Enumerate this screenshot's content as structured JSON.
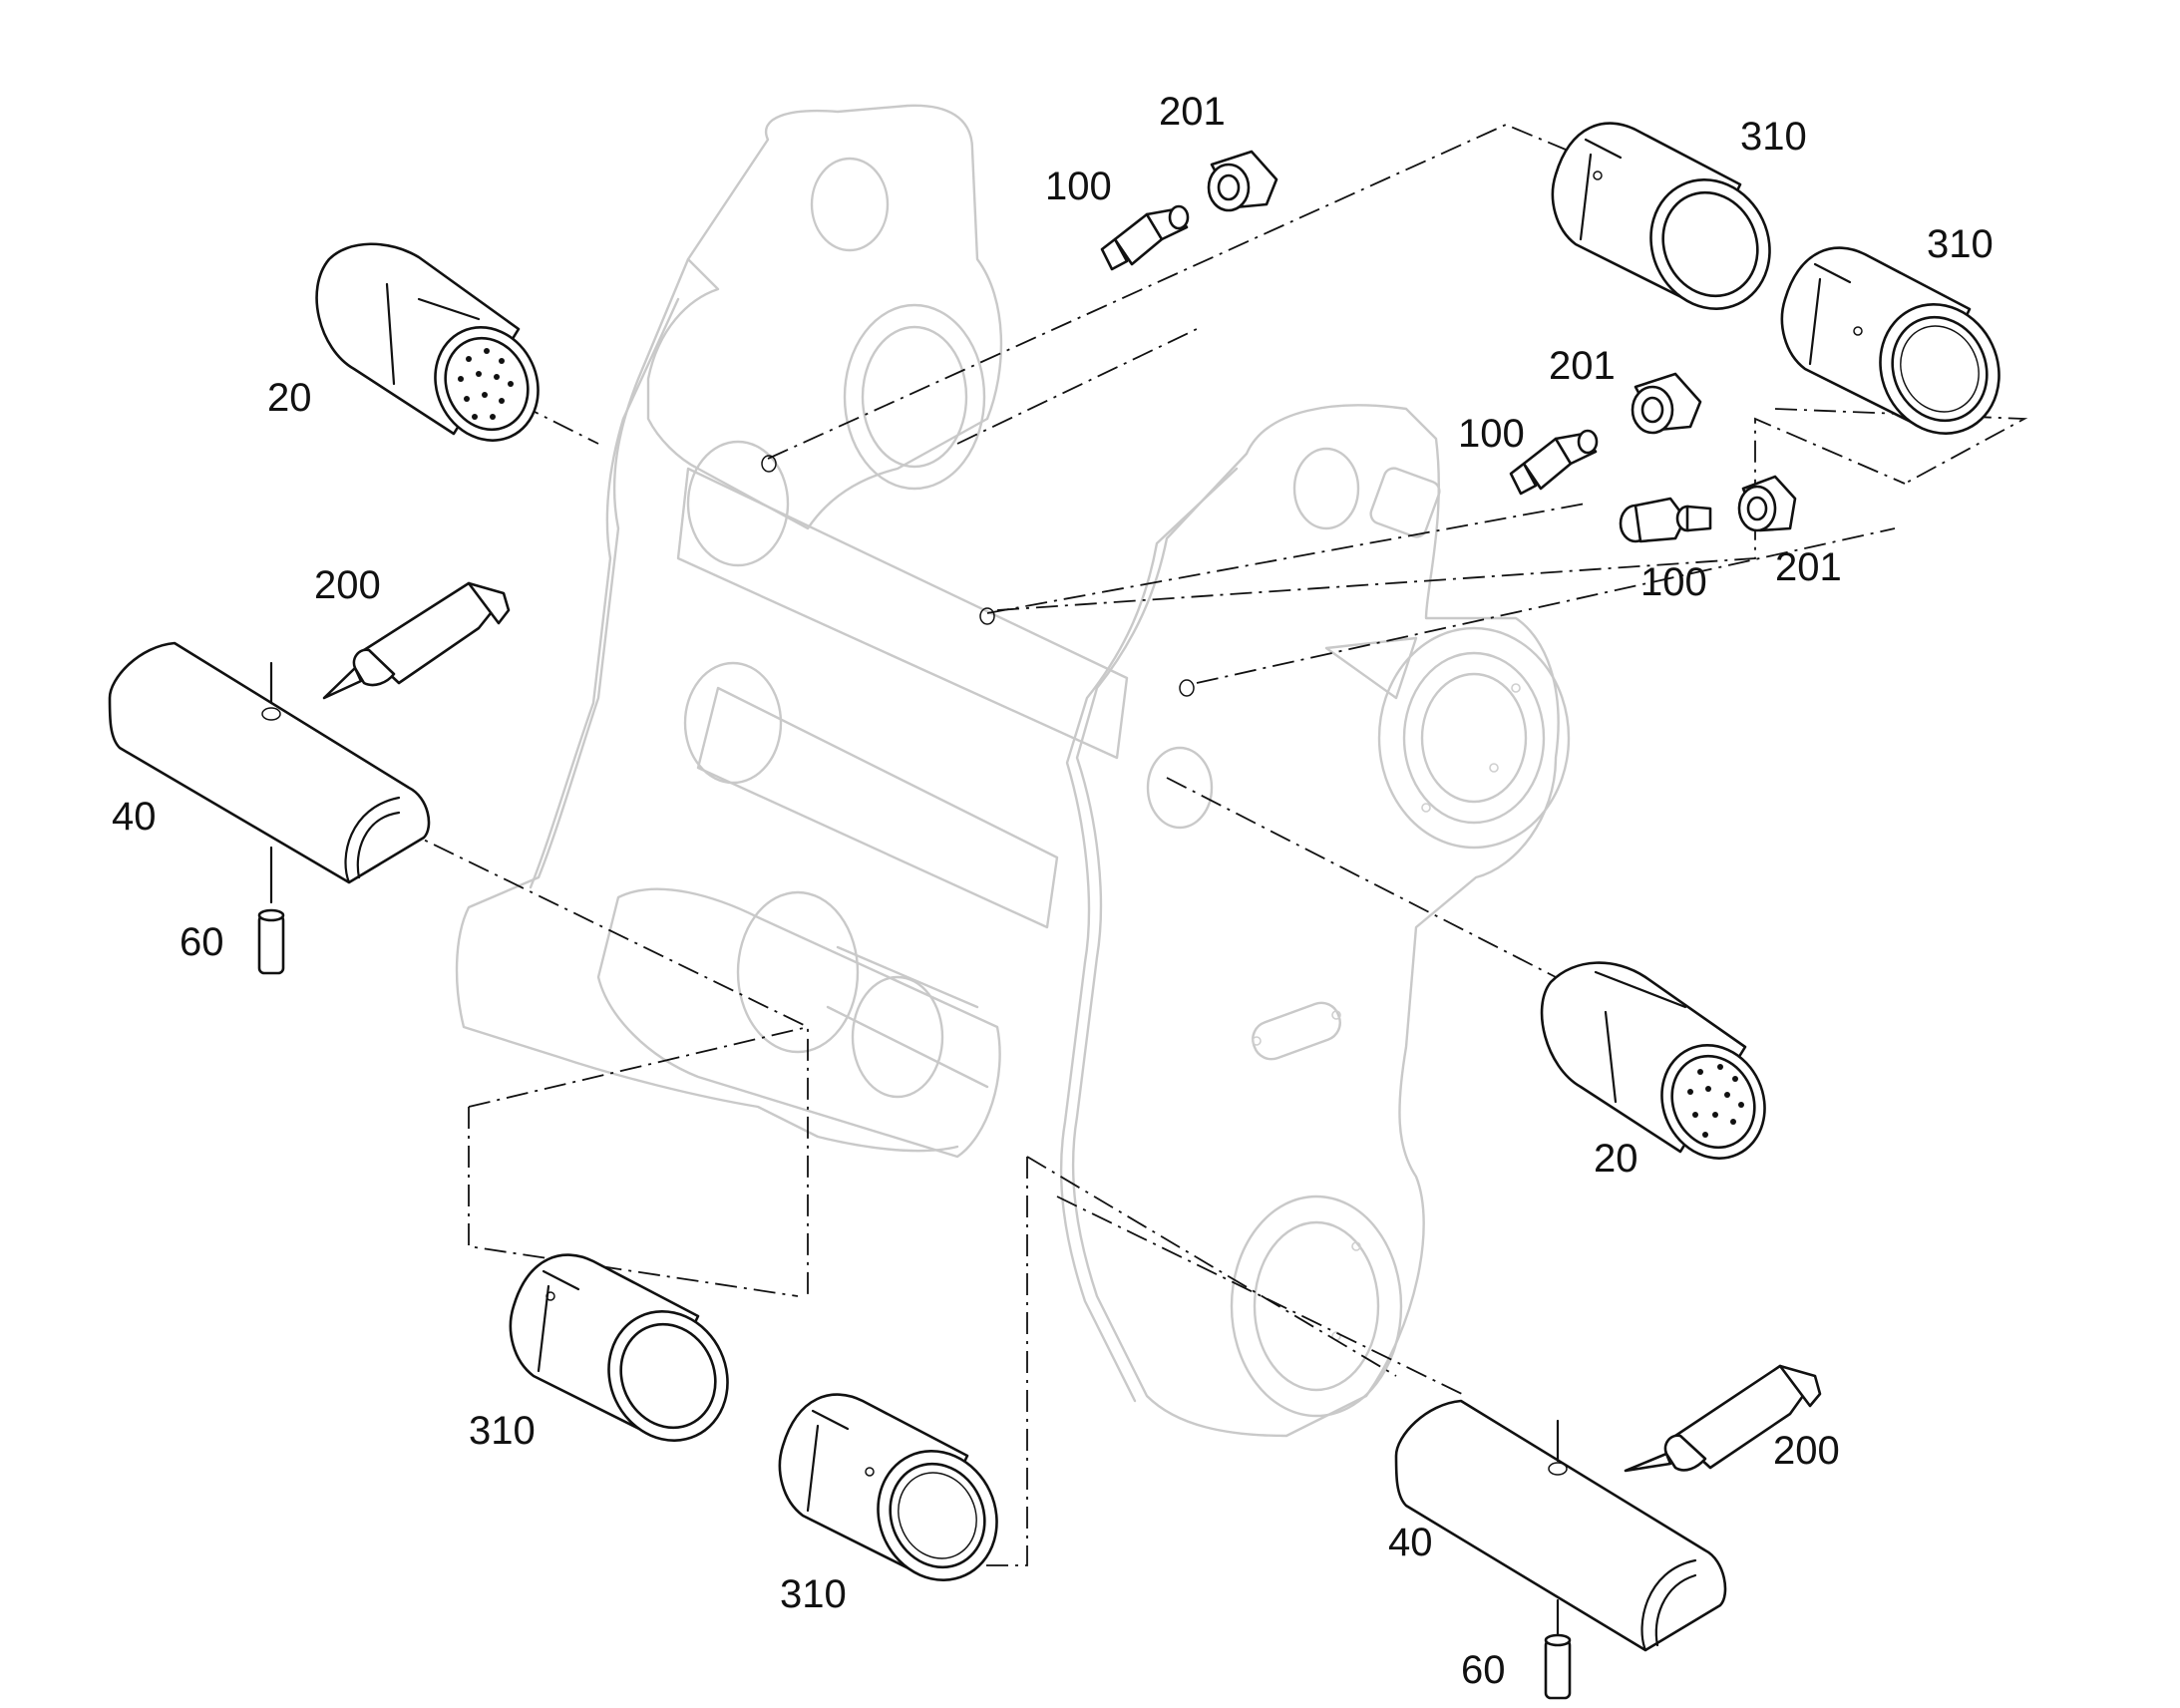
{
  "callouts": {
    "bushing_top_left": "20",
    "bushing_mid_right": "20",
    "sleeve_left": "40",
    "sleeve_bottom_right": "40",
    "roll_pin_left": "60",
    "roll_pin_bottom_right": "60",
    "grease_nipple_top": "100",
    "grease_nipple_mid": "100",
    "grease_nipple_right": "100",
    "compound_tube_left": "200",
    "compound_tube_bottom_right": "200",
    "cap_top": "201",
    "cap_mid": "201",
    "cap_right": "201",
    "bushing_top_right_a": "310",
    "bushing_top_right_b": "310",
    "bushing_bottom_left": "310",
    "bushing_bottom_center": "310"
  }
}
